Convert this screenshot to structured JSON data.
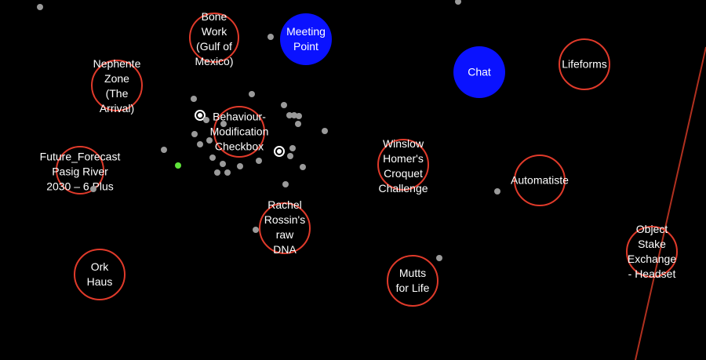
{
  "nodes": [
    {
      "id": "bone-work",
      "label": "Bone\nWork\n(Gulf of\nMexico)",
      "kind": "ring"
    },
    {
      "id": "meeting-point",
      "label": "Meeting\nPoint",
      "kind": "filled"
    },
    {
      "id": "chat",
      "label": "Chat",
      "kind": "filled"
    },
    {
      "id": "lifeforms",
      "label": "Lifeforms",
      "kind": "ring"
    },
    {
      "id": "nephente-zone",
      "label": "Nephente\nZone\n(The\nArrival)",
      "kind": "ring"
    },
    {
      "id": "behaviour-modification",
      "label": "Behaviour-\nModification\nCheckbox",
      "kind": "ring"
    },
    {
      "id": "future-forecast",
      "label": "Future_Forecast\nPasig River\n2030 – 6 Plus",
      "kind": "ring"
    },
    {
      "id": "winslow-homer",
      "label": "Winslow\nHomer's\nCroquet\nChallenge",
      "kind": "ring"
    },
    {
      "id": "automatiste",
      "label": "Automatiste",
      "kind": "ring"
    },
    {
      "id": "rachel-rossin",
      "label": "Rachel\nRossin's\nraw\nDNA",
      "kind": "ring"
    },
    {
      "id": "object-stake",
      "label": "Object\nStake\nExchange\n- Headset",
      "kind": "ring"
    },
    {
      "id": "ork-haus",
      "label": "Ork\nHaus",
      "kind": "ring"
    },
    {
      "id": "mutts-for-life",
      "label": "Mutts\nfor Life",
      "kind": "ring"
    }
  ],
  "colors": {
    "background": "#000000",
    "ring": "#e03a2a",
    "filled": "#0a12ff",
    "user_dot": "#9a9a9a",
    "active_dot": "#5fe33a",
    "text": "#ffffff"
  },
  "icons": {
    "user": "user-dot-icon",
    "self": "avatar-ring-icon"
  }
}
